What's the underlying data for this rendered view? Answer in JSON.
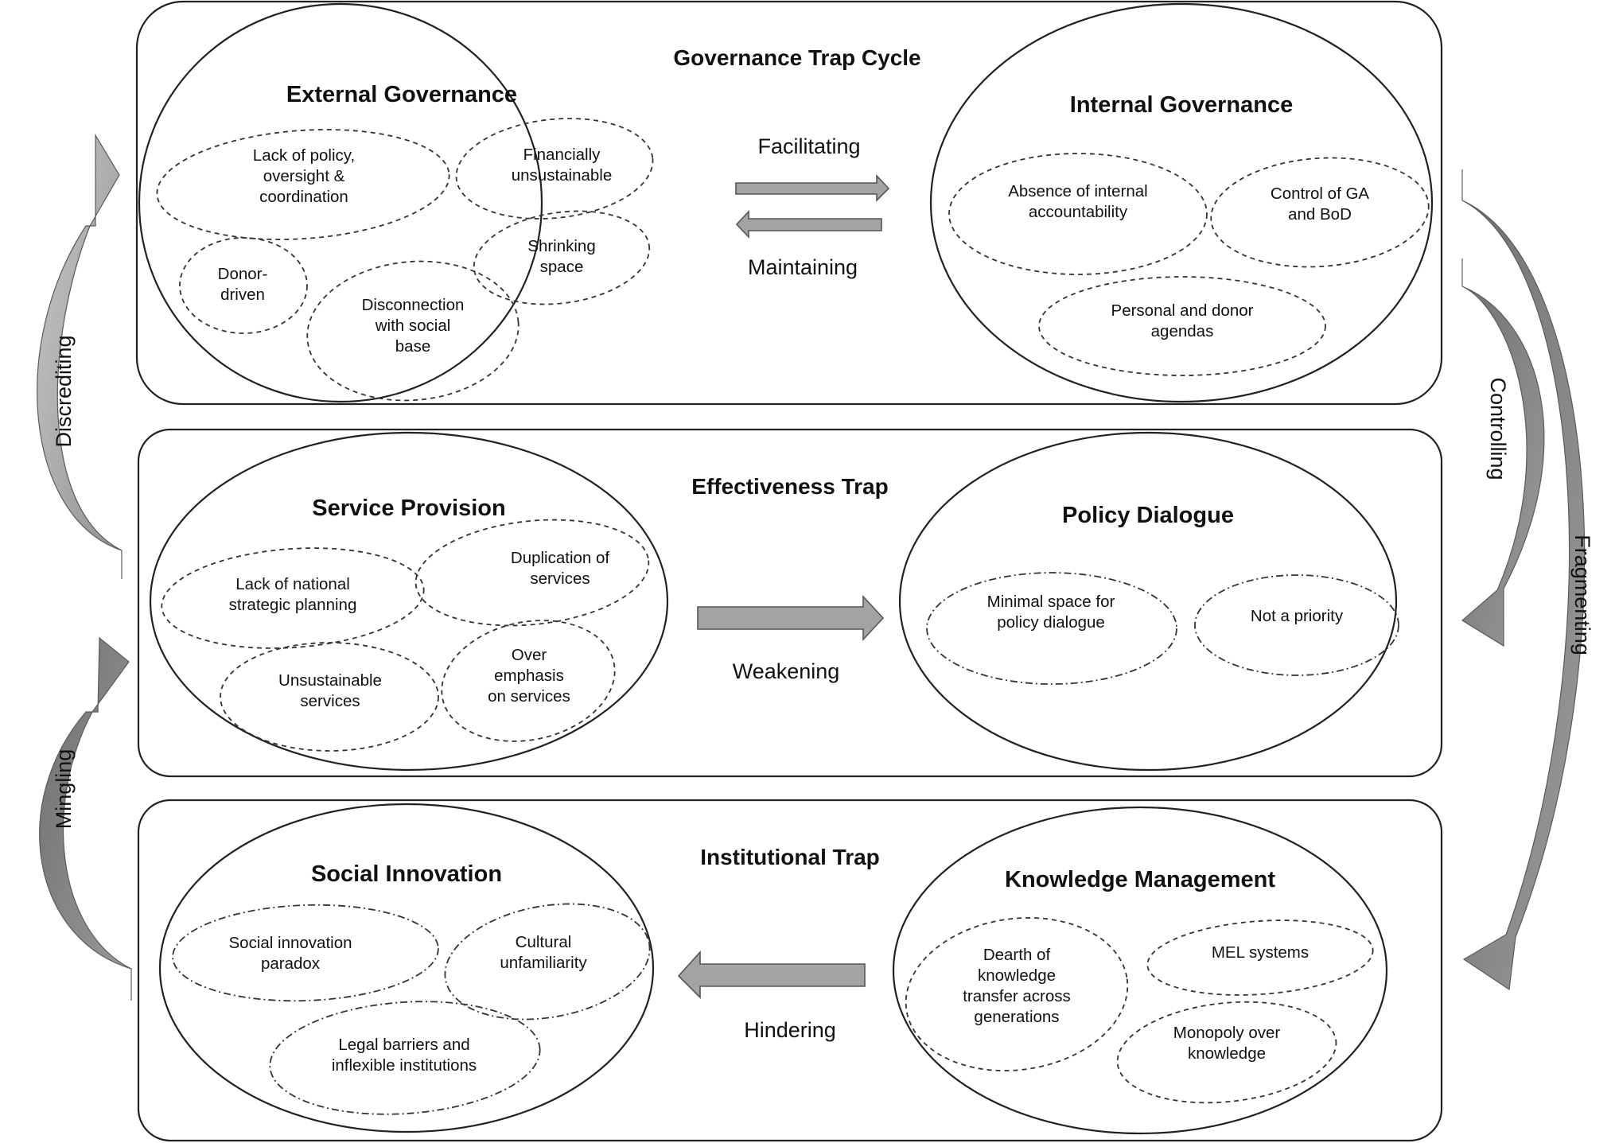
{
  "diagram": {
    "governance": {
      "title": "Governance Trap Cycle",
      "external": {
        "title": "External Governance",
        "items": [
          "Lack of policy,\noversight &\ncoordination",
          "Financially\nunsustainable",
          "Donor-\ndriven",
          "Shrinking\nspace",
          "Disconnection\nwith social\nbase"
        ]
      },
      "internal": {
        "title": "Internal Governance",
        "items": [
          "Absence of internal\naccountability",
          "Control of GA\nand BoD",
          "Personal and donor\nagendas"
        ]
      },
      "verb_forward": "Facilitating",
      "verb_back": "Maintaining"
    },
    "effectiveness": {
      "title": "Effectiveness Trap",
      "service": {
        "title": "Service Provision",
        "items": [
          "Lack of national\nstrategic planning",
          "Duplication of\nservices",
          "Unsustainable\nservices",
          "Over\nemphasis\non services"
        ]
      },
      "policy": {
        "title": "Policy Dialogue",
        "items": [
          "Minimal space for\npolicy dialogue",
          "Not a priority"
        ]
      },
      "verb": "Weakening"
    },
    "institutional": {
      "title": "Institutional Trap",
      "social": {
        "title": "Social Innovation",
        "items": [
          "Social innovation\nparadox",
          "Cultural\nunfamiliarity",
          "Legal barriers and\ninflexible institutions"
        ]
      },
      "knowledge": {
        "title": "Knowledge Management",
        "items": [
          "Dearth of\nknowledge\ntransfer across\ngenerations",
          "MEL systems",
          "Monopoly over\nknowledge"
        ]
      },
      "verb": "Hindering"
    },
    "side_labels": {
      "discrediting": "Discrediting",
      "mingling": "Mingling",
      "controlling": "Controlling",
      "fragmenting": "Fragmenting"
    },
    "colors": {
      "arrow_fill": "#a3a3a3",
      "arrow_light": "#b4b4b4",
      "arrow_dark": "#777777",
      "line": "#222222"
    }
  }
}
